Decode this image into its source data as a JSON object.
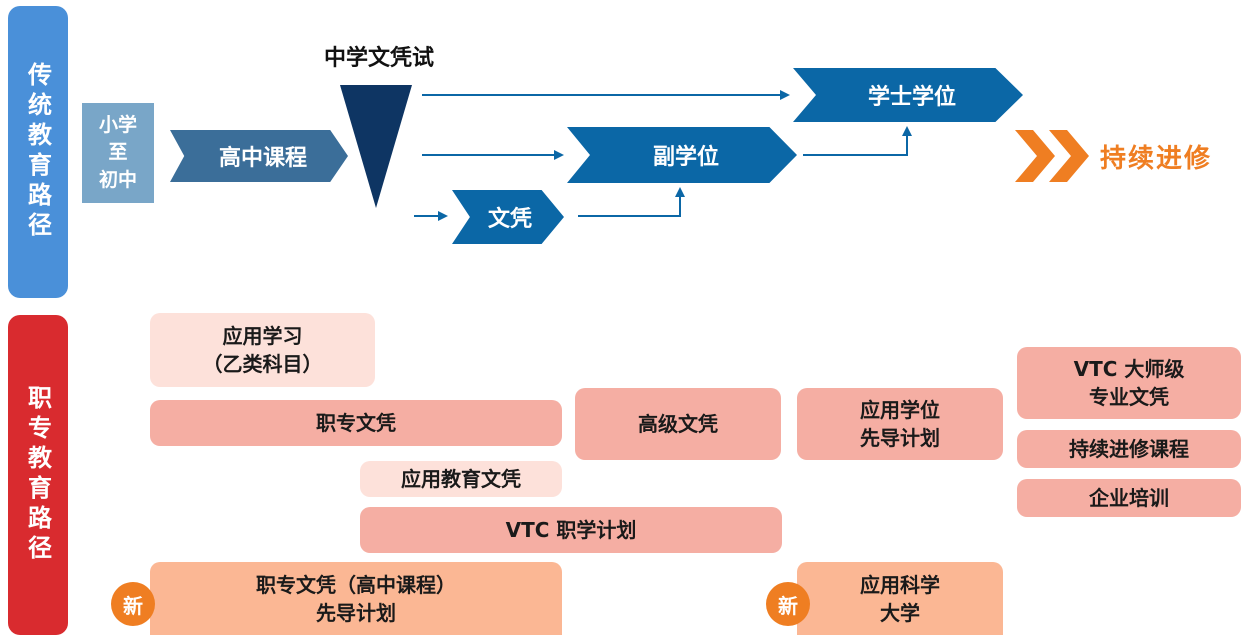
{
  "colors": {
    "traditional_tab": "#4a90d9",
    "vocational_tab": "#d92b2f",
    "chevron_primary": "#0b67a6",
    "chevron_secondary": "#3b6e99",
    "primary_box": "#79a6c8",
    "exam_triangle": "#0e3563",
    "continue_orange": "#ef7e22",
    "box_light": "#fde1da",
    "box_mid": "#f5aea3",
    "box_peach": "#fbb794"
  },
  "traditional": {
    "tab_label": "传统教育路径",
    "primary_label": "小学\n至\n初中",
    "senior_secondary": "高中课程",
    "exam_label": "中学文凭试",
    "bachelor": "学士学位",
    "associate": "副学位",
    "diploma": "文凭",
    "continue_label": "持续进修"
  },
  "vocational": {
    "tab_label": "职专教育路径",
    "applied_learning": "应用学习\n（乙类科目）",
    "vpet_diploma": "职专文凭",
    "higher_diploma": "高级文凭",
    "applied_degree": "应用学位\n先导计划",
    "applied_education_diploma": "应用教育文凭",
    "vtc_earn_learn": "VTC 职学计划",
    "new_badge_1": "新",
    "vpet_pilot": "职专文凭（高中课程）\n先导计划",
    "new_badge_2": "新",
    "applied_science_university": "应用科学\n大学",
    "vtc_master": "VTC 大师级\n专业文凭",
    "continuing_courses": "持续进修课程",
    "enterprise_training": "企业培训"
  }
}
